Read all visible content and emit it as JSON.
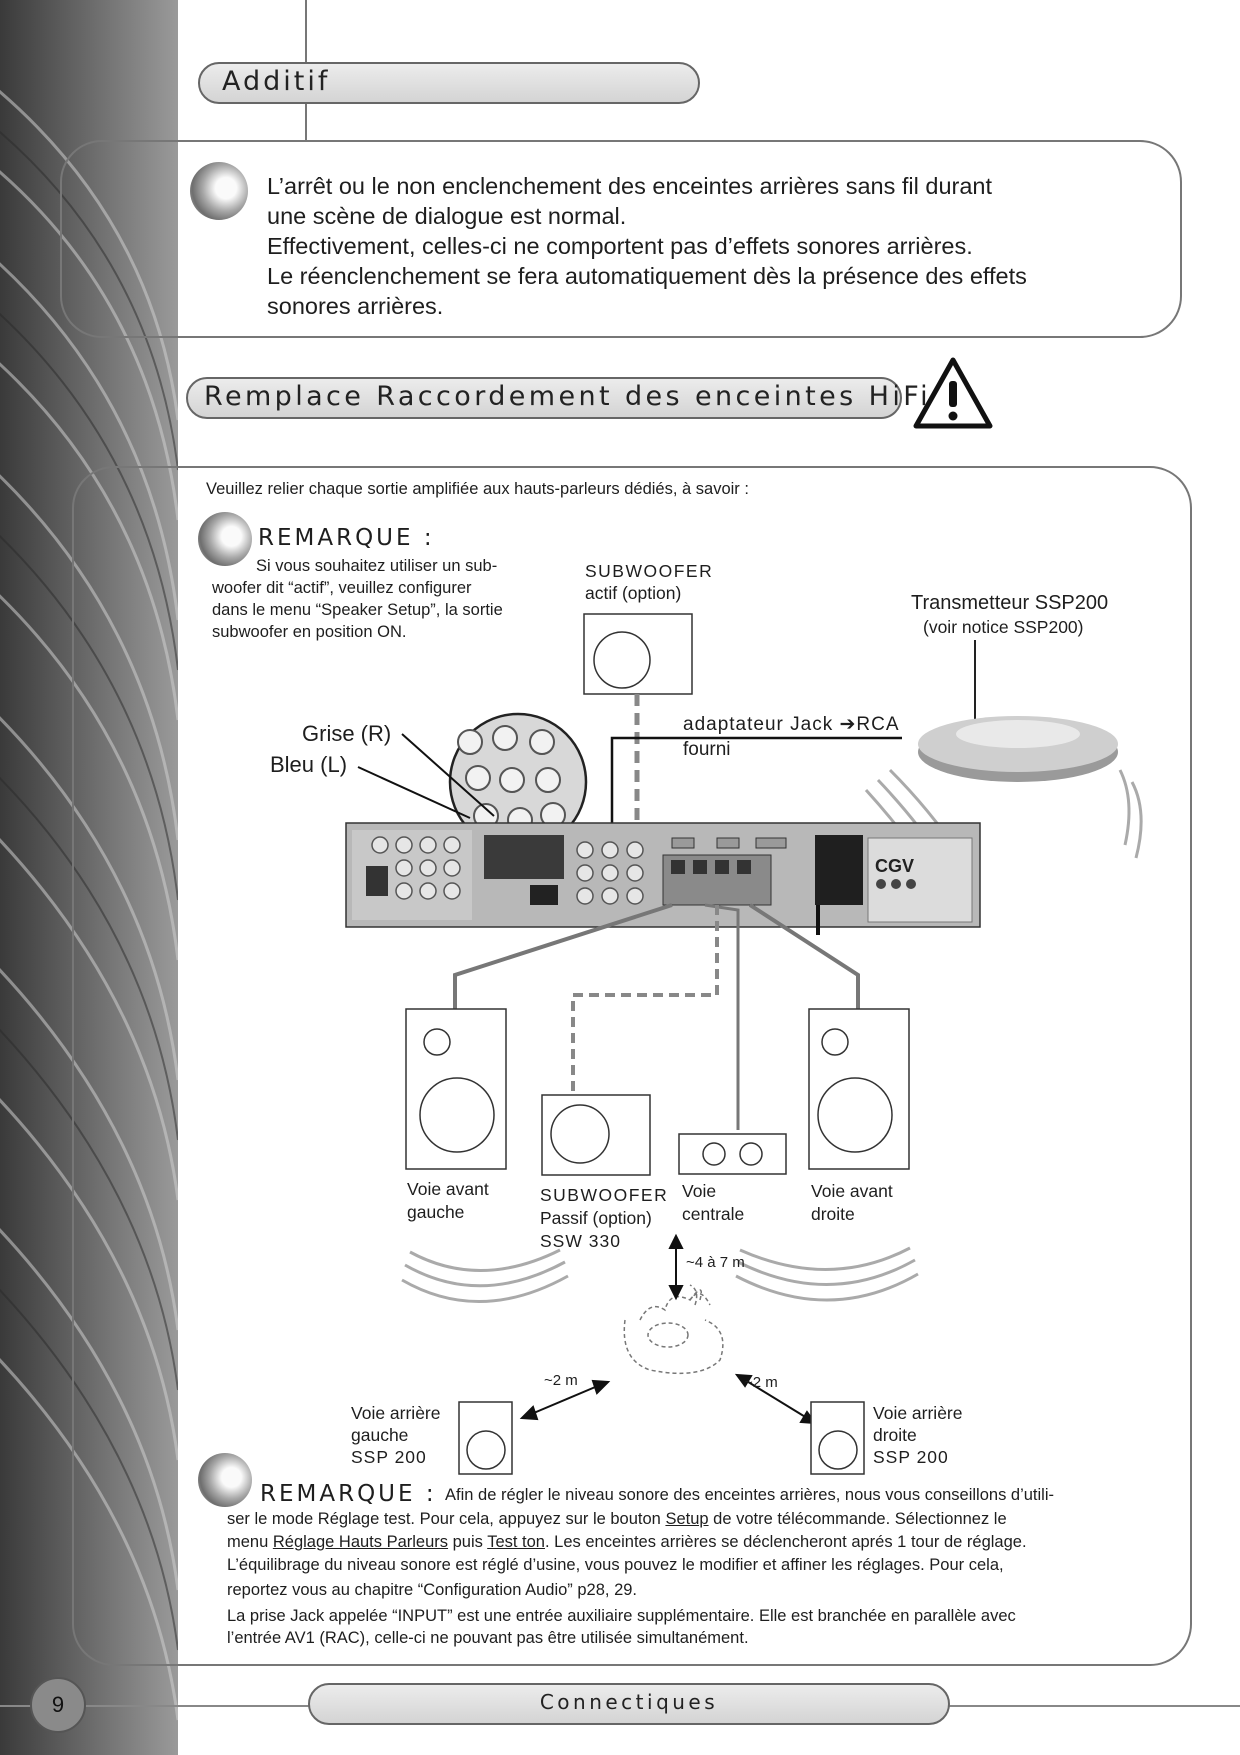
{
  "header": {
    "title": "Additif"
  },
  "additif_note": {
    "lines": [
      "L’arrêt ou le non enclenchement des enceintes arrières sans fil durant",
      "une scène de dialogue est normal.",
      "Effectivement, celles-ci ne comportent pas d’effets sonores arrières.",
      "Le réenclenchement se fera automatiquement dès la présence des effets",
      "sonores arrières."
    ]
  },
  "section": {
    "title": "Remplace Raccordement des enceintes HiFi",
    "warning_icon": "warning-triangle-icon"
  },
  "intro": "Veuillez relier chaque sortie amplifiée aux hauts-parleurs dédiés, à savoir :",
  "remarque1": {
    "title": "REMARQUE :",
    "lines": [
      "Si vous souhaitez utiliser un sub-",
      "woofer dit “actif”, veuillez configurer",
      "dans le menu “Speaker Setup”, la sortie",
      "subwoofer en position ON."
    ]
  },
  "diagram": {
    "sub_active": [
      "SUBWOOFER",
      "actif (option)"
    ],
    "transmitter": [
      "Transmetteur SSP200",
      "(voir notice SSP200)"
    ],
    "adapter": [
      "adaptateur Jack ➔RCA",
      "fourni"
    ],
    "grise": "Grise (R)",
    "bleu": "Bleu (L)",
    "brand": "CGV",
    "front_left": [
      "Voie avant",
      "gauche"
    ],
    "sub_passive": [
      "SUBWOOFER",
      "Passif (option)",
      "SSW 330"
    ],
    "center": [
      "Voie",
      "centrale"
    ],
    "front_right": [
      "Voie avant",
      "droite"
    ],
    "distance_front": "~4 à 7 m",
    "distance_left": "~2 m",
    "distance_right": "~2 m",
    "rear_left": [
      "Voie arrière",
      "gauche",
      "SSP 200"
    ],
    "rear_right": [
      "Voie arrière",
      "droite",
      "SSP 200"
    ]
  },
  "remarque2": {
    "title": "REMARQUE :",
    "l1": "Afin de régler le niveau sonore des enceintes arrières, nous vous conseillons d’utili-",
    "l2a": "ser le mode Réglage test. Pour cela, appuyez sur le bouton ",
    "l2_setup": "Setup",
    "l2b": " de votre télécommande. Sélectionnez le",
    "l3a": "menu ",
    "l3_reglage": "Réglage Hauts Parleurs",
    "l3b": " puis ",
    "l3_test": "Test ton",
    "l3c": ". Les enceintes arrières se déclencheront aprés 1 tour de réglage.",
    "l4": "L’équilibrage du niveau sonore est réglé d’usine, vous pouvez le modifier et affiner les réglages. Pour cela,",
    "l5": "reportez vous au chapitre “Configuration Audio” p28, 29.",
    "l6": "La prise Jack appelée “INPUT” est une entrée auxiliaire supplémentaire. Elle est branchée en parallèle avec",
    "l7": "l’entrée AV1 (RAC), celle-ci ne pouvant pas être utilisée simultanément."
  },
  "footer": {
    "page_number": "9",
    "section": "Connectiques"
  }
}
